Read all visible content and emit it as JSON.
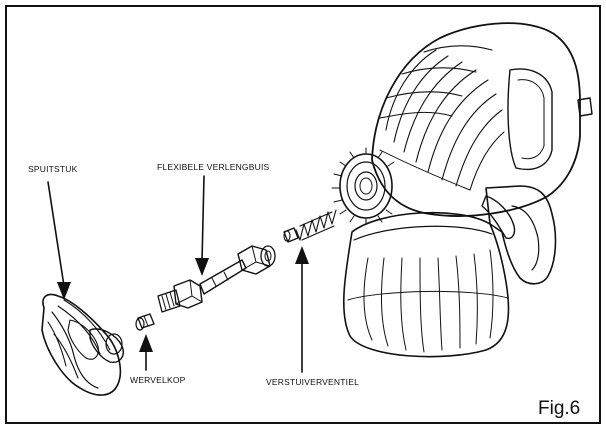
{
  "figure": {
    "label": "Fig.6",
    "callouts": {
      "spuitstuk": "SPUITSTUK",
      "flexibele_verlengbuis": "FLEXIBELE VERLENGBUIS",
      "wervelkop": "WERVELKOP",
      "verstuiverventiel": "VERSTUIVERVENTIEL"
    }
  }
}
